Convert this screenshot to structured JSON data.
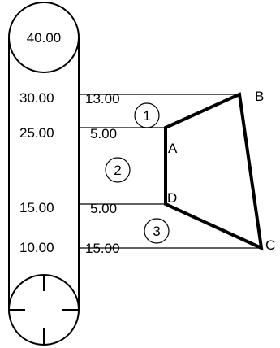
{
  "top_value": "40.00",
  "scale_labels": [
    "30.00",
    "25.00",
    "15.00",
    "10.00"
  ],
  "lines": [
    {
      "left": "30.00",
      "value": "13.00"
    },
    {
      "left": "25.00",
      "value": "5.00"
    },
    {
      "left": "15.00",
      "value": "5.00"
    },
    {
      "left": "10.00",
      "value": "15.00"
    }
  ],
  "points": [
    "A",
    "B",
    "C",
    "D"
  ],
  "regions": [
    "1",
    "2",
    "3"
  ]
}
